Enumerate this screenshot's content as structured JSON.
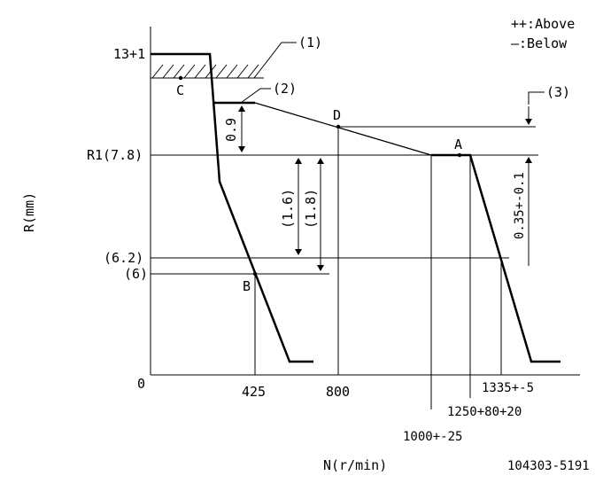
{
  "legend": {
    "above": "++:Above",
    "below": "—:Below"
  },
  "axes": {
    "y_title": "R(mm)",
    "x_title": "N(r/min)",
    "origin": "0",
    "y_ticks": {
      "top": "13+1",
      "r1": "R1(7.8)",
      "v62": "(6.2)",
      "v6": "(6)"
    },
    "x_ticks": {
      "n425": "425",
      "n800": "800",
      "n1000": "1000+-25",
      "n1250": "1250+80+20",
      "n1335": "1335+-5"
    }
  },
  "callouts": {
    "c1": "(1)",
    "c2": "(2)",
    "c3": "(3)"
  },
  "points": {
    "A": "A",
    "B": "B",
    "C": "C",
    "D": "D"
  },
  "dimensions": {
    "d09": "0.9",
    "d16": "(1.6)",
    "d18": "(1.8)",
    "d035": "0.35+-0.1"
  },
  "drawing_id": "104303-5191",
  "colors": {
    "line": "#000000",
    "background": "#ffffff"
  }
}
